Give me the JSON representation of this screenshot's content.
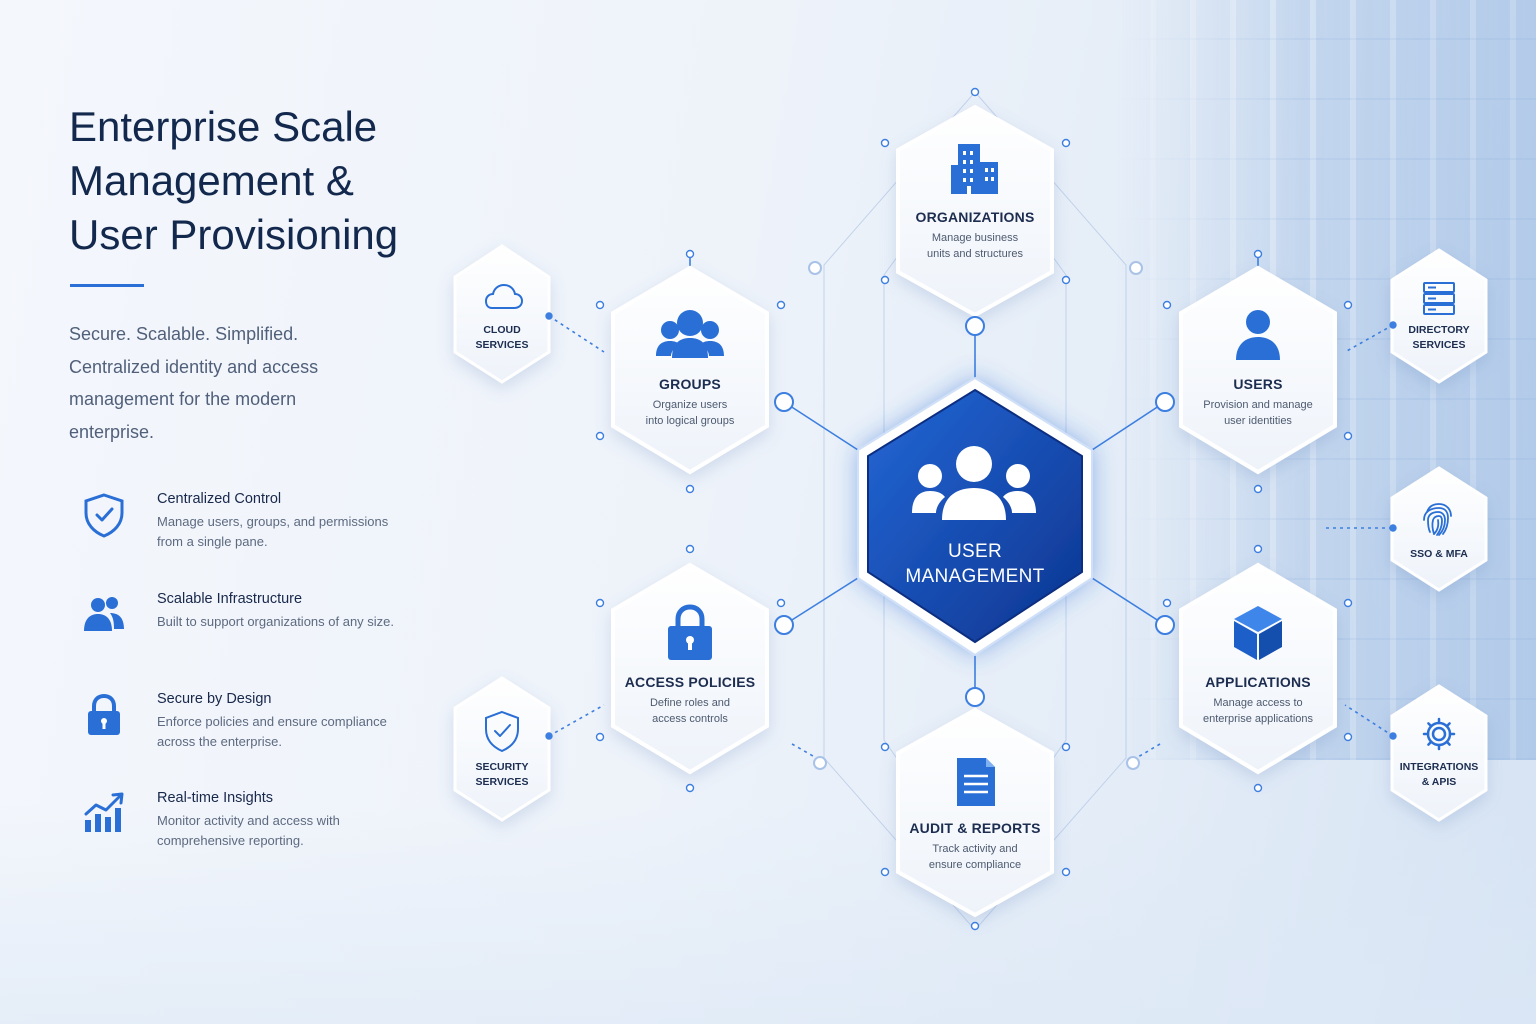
{
  "page": {
    "title_lines": [
      "Enterprise Scale",
      "Management &",
      "User Provisioning"
    ],
    "subtitle": "Secure. Scalable. Simplified. Centralized identity and access management for the modern enterprise."
  },
  "features": [
    {
      "icon": "shield-check-icon",
      "title": "Centralized Control",
      "description": "Manage users, groups, and permissions from a single pane."
    },
    {
      "icon": "users-icon",
      "title": "Scalable Infrastructure",
      "description": "Built to support organizations of any size."
    },
    {
      "icon": "lock-icon",
      "title": "Secure by Design",
      "description": "Enforce policies and ensure compliance across the enterprise."
    },
    {
      "icon": "growth-chart-icon",
      "title": "Real-time Insights",
      "description": "Monitor activity and access with comprehensive reporting."
    }
  ],
  "center": {
    "icon": "user-group-icon",
    "title_lines": [
      "USER",
      "MANAGEMENT"
    ]
  },
  "nodes": {
    "organizations": {
      "icon": "building-icon",
      "title": "ORGANIZATIONS",
      "description_lines": [
        "Manage business",
        "units and structures"
      ]
    },
    "groups": {
      "icon": "users-icon",
      "title": "GROUPS",
      "description_lines": [
        "Organize users",
        "into logical groups"
      ]
    },
    "users": {
      "icon": "user-icon",
      "title": "USERS",
      "description_lines": [
        "Provision and manage",
        "user identities"
      ]
    },
    "access_policies": {
      "icon": "lock-icon",
      "title": "ACCESS POLICIES",
      "description_lines": [
        "Define roles and",
        "access controls"
      ]
    },
    "applications": {
      "icon": "cube-icon",
      "title": "APPLICATIONS",
      "description_lines": [
        "Manage access to",
        "enterprise applications"
      ]
    },
    "audit_reports": {
      "icon": "document-icon",
      "title": "AUDIT & REPORTS",
      "description_lines": [
        "Track activity and",
        "ensure compliance"
      ]
    }
  },
  "satellites": {
    "cloud_services": {
      "icon": "cloud-icon",
      "title_lines": [
        "CLOUD",
        "SERVICES"
      ]
    },
    "directory_services": {
      "icon": "server-icon",
      "title_lines": [
        "DIRECTORY",
        "SERVICES"
      ]
    },
    "sso_mfa": {
      "icon": "fingerprint-icon",
      "title_lines": [
        "SSO & MFA"
      ]
    },
    "security_services": {
      "icon": "shield-check-icon",
      "title_lines": [
        "SECURITY",
        "SERVICES"
      ]
    },
    "integrations_apis": {
      "icon": "gear-icon",
      "title_lines": [
        "INTEGRATIONS",
        "& APIS"
      ]
    }
  },
  "colors": {
    "accent": "#2a6fd6",
    "center_fill": "#1550c0",
    "center_fill_dark": "#0d3a94",
    "text_dark": "#13284d"
  }
}
